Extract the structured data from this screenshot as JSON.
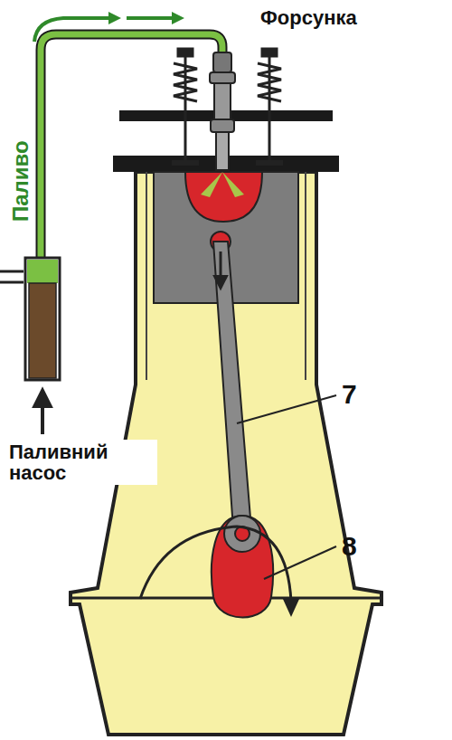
{
  "diagram": {
    "labels": [
      "Паливо",
      "Форсунка",
      "Паливний насос",
      "7",
      "8"
    ]
  }
}
